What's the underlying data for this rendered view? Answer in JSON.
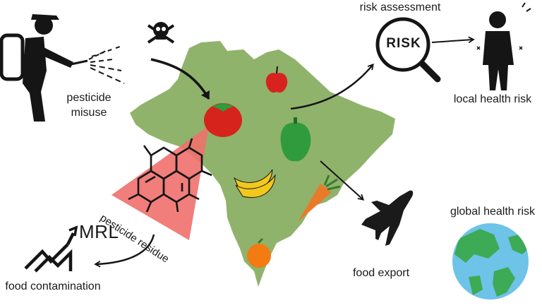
{
  "labels": {
    "pesticide_misuse": "pesticide\nmisuse",
    "risk_assessment": "risk assessment",
    "risk_word": "RISK",
    "local_health_risk": "local health risk",
    "global_health_risk": "global health risk",
    "food_export": "food export",
    "food_contamination": "food contamination",
    "mrl": "MRL",
    "pesticide_residue": "pesticide residue"
  },
  "colors": {
    "map_green": "#8fb36b",
    "residue_cone": "#f0706c",
    "tomato": "#d6231c",
    "pepper": "#2f9b3c",
    "banana": "#f2c81d",
    "carrot": "#ea7a2a",
    "orange": "#f27b12",
    "apple": "#d8221f",
    "ocean": "#6ec3e8",
    "land": "#3daa55",
    "ink": "#151515"
  },
  "icons": [
    "sprayer-person-icon",
    "skull-crossbones-icon",
    "tomato-icon",
    "apple-icon",
    "pepper-icon",
    "banana-icon",
    "carrot-icon",
    "orange-fruit-icon",
    "molecule-icon",
    "magnifier-icon",
    "sick-person-icon",
    "airplane-icon",
    "globe-icon",
    "rising-chart-icon"
  ]
}
